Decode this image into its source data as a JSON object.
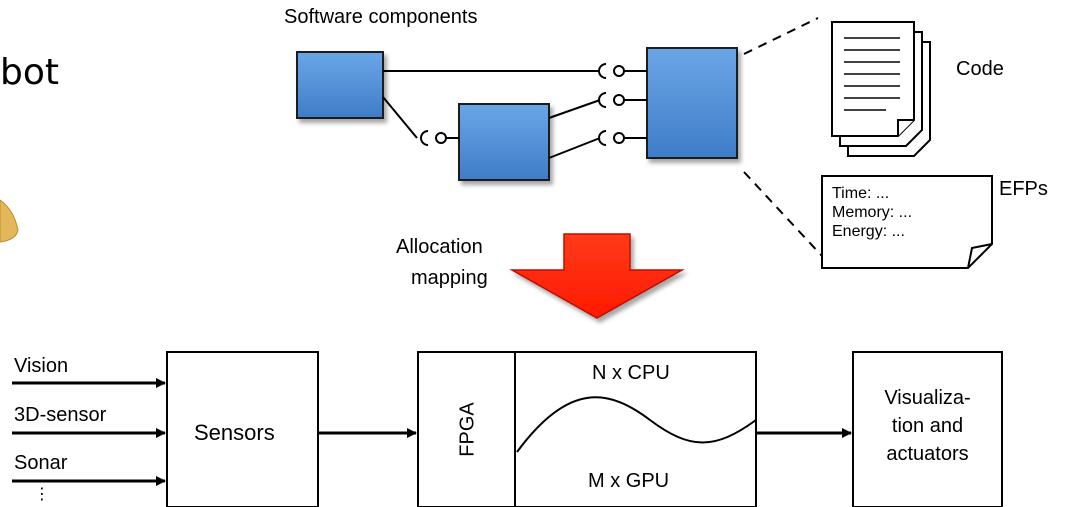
{
  "partial_title": "bot",
  "software": {
    "title": "Software components",
    "code_label": "Code",
    "efps_label": "EFPs",
    "efp_lines": [
      "Time: ...",
      "Memory: ...",
      "Energy: ..."
    ]
  },
  "mapping": {
    "label_line1": "Allocation",
    "label_line2": "mapping",
    "arrow_color": "#ff2200"
  },
  "hardware": {
    "inputs": [
      "Vision",
      "3D-sensor",
      "Sonar",
      "⋮"
    ],
    "sensors_label": "Sensors",
    "fpga_label": "FPGA",
    "cpu_label": "N x CPU",
    "gpu_label": "M x GPU",
    "output_line1": "Visualiza-",
    "output_line2": "tion and",
    "output_line3": "actuators"
  },
  "colors": {
    "component_fill": "#4f8fd6",
    "component_border": "#1a1a1a"
  }
}
